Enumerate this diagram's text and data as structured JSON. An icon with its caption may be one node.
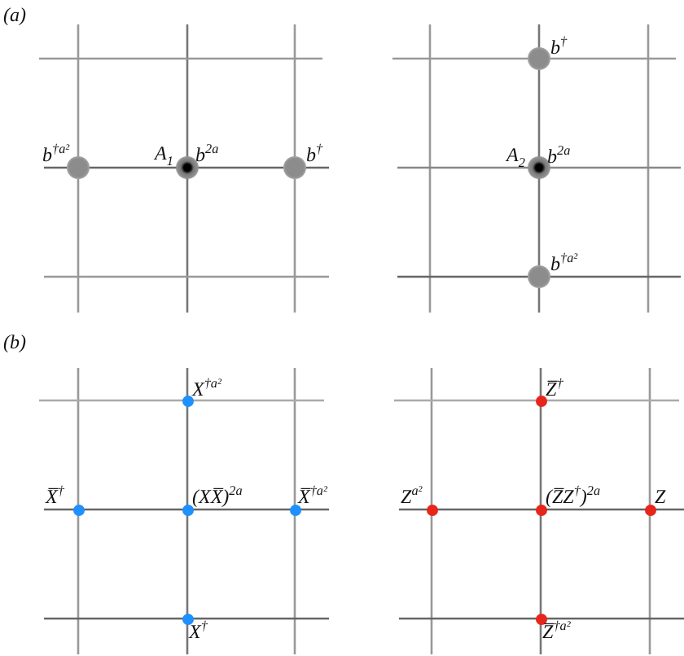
{
  "diagram": {
    "nodes": [
      {
        "text": [],
        "shape": "circle",
        "beside": [
          "b$^{†a²}$"
        ]
      },
      {
        "text": [],
        "shape": "circle",
        "beside": [
          "A$_{1}$",
          "b$^{2a}$"
        ]
      },
      {
        "text": [],
        "shape": "circle",
        "beside": [
          "b$^{†}$"
        ]
      },
      {
        "text": [],
        "shape": "circle",
        "beside": [
          "b$^{†}$"
        ]
      },
      {
        "text": [],
        "shape": "circle",
        "beside": [
          "A$_{2}$",
          "b$^{2a}$"
        ]
      },
      {
        "text": [],
        "shape": "circle",
        "beside": [
          "b$^{†a²}$"
        ]
      },
      {
        "text": [],
        "shape": "circle",
        "beside": [
          "X$^{†a²}$"
        ]
      },
      {
        "text": [],
        "shape": "circle",
        "beside": [
          "X̅$^{†}$"
        ]
      },
      {
        "text": [],
        "shape": "circle",
        "beside": [
          "(XX̅)$^{2a}$"
        ]
      },
      {
        "text": [],
        "shape": "circle",
        "beside": [
          "X̅$^{†a²}$"
        ]
      },
      {
        "text": [],
        "shape": "circle",
        "beside": [
          "X$^{†}$"
        ]
      },
      {
        "text": [],
        "shape": "circle",
        "beside": [
          "Z̅$^{†}$"
        ]
      },
      {
        "text": [],
        "shape": "circle",
        "beside": [
          "Z$^{a²}$"
        ]
      },
      {
        "text": [],
        "shape": "circle",
        "beside": [
          "(Z̅Z$^{†}$)$^{2a}$"
        ]
      },
      {
        "text": [],
        "shape": "circle",
        "beside": [
          "Z"
        ]
      },
      {
        "text": [],
        "shape": "circle",
        "beside": [
          "Z̅$^{†a²}$"
        ]
      }
    ],
    "labels": [
      "(a)",
      "(b)"
    ]
  }
}
